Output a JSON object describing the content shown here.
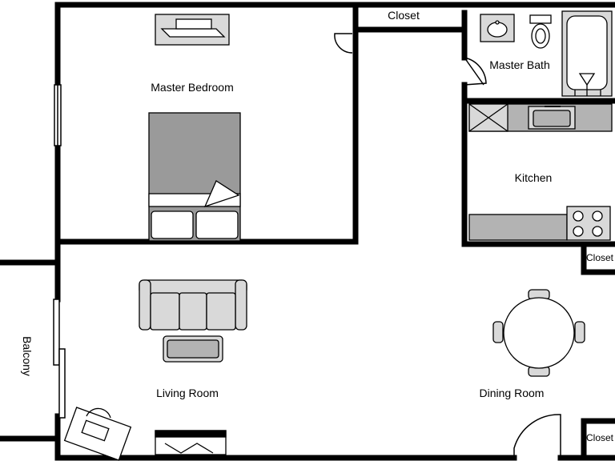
{
  "rooms": {
    "master_bedroom": "Master Bedroom",
    "master_bath": "Master Bath",
    "closet_top": "Closet",
    "kitchen": "Kitchen",
    "closet_kitchen": "Closet",
    "living_room": "Living Room",
    "dining_room": "Dining Room",
    "closet_bottom": "Closet",
    "balcony": "Balcony"
  },
  "colors": {
    "wall": "#000000",
    "fixture_fill": "#d9d9d9",
    "bed_fill": "#9a9a9a",
    "counter_fill": "#b3b3b3"
  }
}
